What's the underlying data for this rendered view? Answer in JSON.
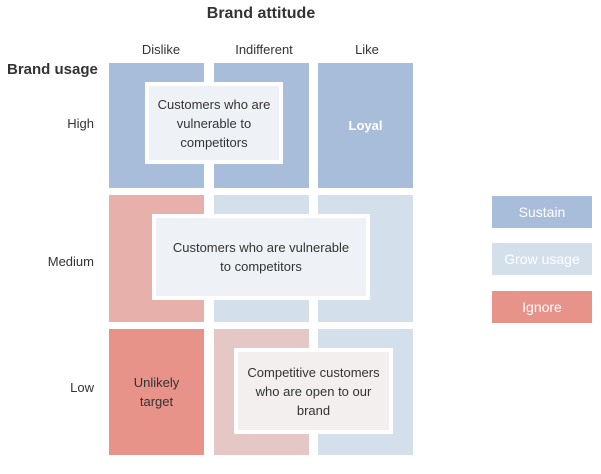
{
  "title": "Brand attitude",
  "row_axis_title": "Brand usage",
  "columns": [
    "Dislike",
    "Indifferent",
    "Like"
  ],
  "rows": [
    "High",
    "Medium",
    "Low"
  ],
  "cells": {
    "high_like": "Loyal",
    "low_dislike": "Unlikely target"
  },
  "overlays": {
    "high": "Customers who are vulnerable to competitors",
    "medium": "Customers who are vulnerable to competitors",
    "low": "Competitive customers who are open to our brand"
  },
  "legend": [
    {
      "label": "Sustain",
      "color": "#a7bdd9"
    },
    {
      "label": "Grow usage",
      "color": "#d4dfec"
    },
    {
      "label": "Ignore",
      "color": "#e8938a"
    }
  ],
  "colors": {
    "sustain": "#a7bdd9",
    "grow_usage": "#d4dfec",
    "ignore_dark": "#e8938a",
    "ignore_light": "#e7b0ab",
    "ignore_pale": "#e5c7c6",
    "overlay_fill": "#eef2f7",
    "overlay_fill_warm": "#f7ecec"
  }
}
